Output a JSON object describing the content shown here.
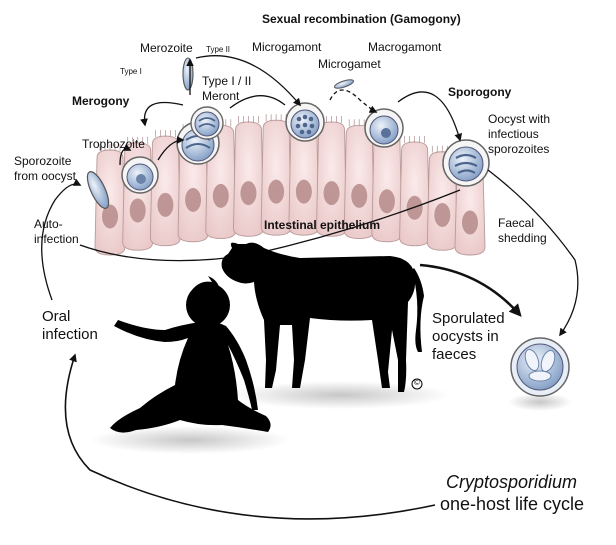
{
  "labels": {
    "sexual_recombination": "Sexual recombination (Gamogony)",
    "merozoite": "Merozoite",
    "type_ii": "Type II",
    "type_i": "Type I",
    "microgamont": "Microgamont",
    "macrogamont": "Macrogamont",
    "microgamet": "Microgamet",
    "merogony": "Merogony",
    "meront_line1": "Type I / II",
    "meront_line2": "Meront",
    "sporogony": "Sporogony",
    "trophozoite": "Trophozoite",
    "oocyst_line1": "Oocyst with",
    "oocyst_line2": "infectious",
    "oocyst_line3": "sporozoites",
    "sporozoite_line1": "Sporozoite",
    "sporozoite_line2": "from oocyst",
    "auto_line1": "Auto-",
    "auto_line2": "infection",
    "intestinal_epithelium": "Intestinal epithelium",
    "faecal_line1": "Faecal",
    "faecal_line2": "shedding",
    "oral_line1": "Oral",
    "oral_line2": "infection",
    "sporulated_line1": "Sporulated",
    "sporulated_line2": "oocysts in",
    "sporulated_line3": "faeces",
    "copyright_mark": "©",
    "title_line1": "Cryptosporidium",
    "title_line2": "one-host life cycle"
  },
  "colors": {
    "cell_fill": "#f7dede",
    "nucleus": "#b48a88",
    "parasite": "#9fb6d6",
    "outline": "#555555",
    "silhouette": "#000000"
  }
}
